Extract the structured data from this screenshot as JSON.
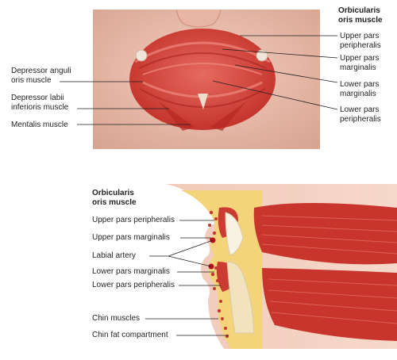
{
  "top_panel": {
    "heading": "Orbicularis\noris muscle",
    "labels": {
      "upper_pars_peripheralis": "Upper pars\nperipheralis",
      "upper_pars_marginalis": "Upper pars\nmarginalis",
      "lower_pars_marginalis": "Lower pars\nmarginalis",
      "lower_pars_peripheralis": "Lower pars\nperipheralis",
      "depressor_anguli_oris": "Depressor anguli\noris muscle",
      "depressor_labii_inferioris": "Depressor labii\ninferioris muscle",
      "mentalis": "Mentalis muscle"
    }
  },
  "bottom_panel": {
    "heading": "Orbicularis\noris muscle",
    "labels": {
      "upper_pars_peripheralis": "Upper pars peripheralis",
      "upper_pars_marginalis": "Upper pars marginalis",
      "labial_artery": "Labial artery",
      "lower_pars_marginalis": "Lower pars marginalis",
      "lower_pars_peripheralis": "Lower pars peripheralis",
      "chin_muscles": "Chin muscles",
      "chin_fat_compartment": "Chin fat compartment"
    }
  },
  "colors": {
    "skin": "#efc3b3",
    "muscle": "#cc3b32",
    "muscle_light": "#e0625a",
    "fat": "#f4d47a",
    "bone": "#f5ecd0",
    "leader_line": "#231f20"
  }
}
